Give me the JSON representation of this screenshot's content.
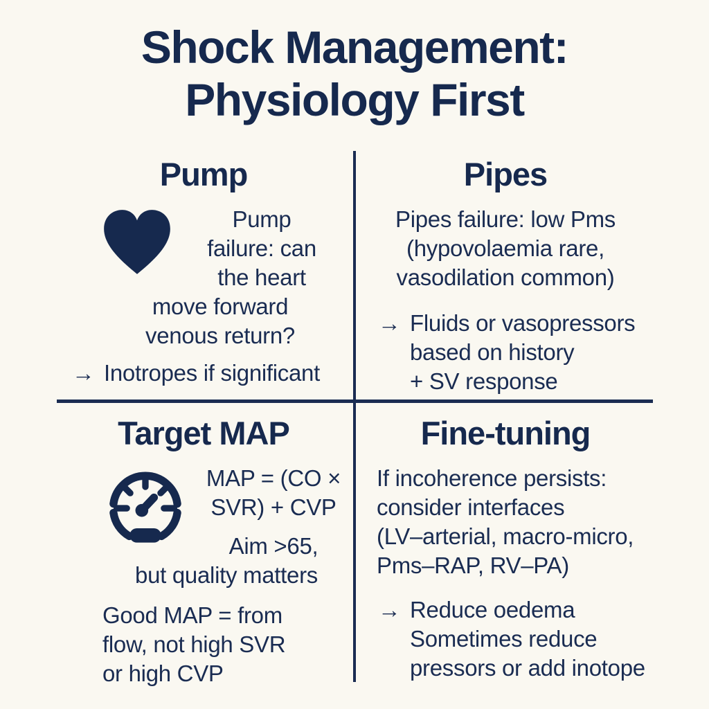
{
  "title": {
    "line1": "Shock Management:",
    "line2": "Physiology First"
  },
  "colors": {
    "navy": "#1a2c52",
    "heading_navy": "#16294e",
    "background": "#faf8f1"
  },
  "quadrants": {
    "pump": {
      "heading": "Pump",
      "icon": "heart-icon",
      "body_lines": [
        "Pump",
        "failure: can",
        "the heart",
        "move forward",
        "venous return?"
      ],
      "arrow": "→",
      "action_lines": [
        "Inotropes if significant"
      ]
    },
    "pipes": {
      "heading": "Pipes",
      "body_lines": [
        "Pipes failure: low Pms",
        "(hypovolaemia rare,",
        "vasodilation common)"
      ],
      "arrow": "→",
      "action_lines": [
        "Fluids or vasopressors",
        "based on history",
        "+ SV response"
      ]
    },
    "target_map": {
      "heading": "Target MAP",
      "icon": "gauge-icon",
      "formula_lines": [
        "MAP = (CO ×",
        "SVR) + CVP"
      ],
      "aim_lines": [
        "Aim >65,",
        "but quality matters"
      ],
      "note_lines": [
        "Good MAP = from",
        "flow, not high SVR",
        "or high CVP"
      ]
    },
    "fine_tuning": {
      "heading": "Fine-tuning",
      "body_lines": [
        "If incoherence persists:",
        "consider interfaces",
        "(LV–arterial, macro-micro,",
        "Pms–RAP, RV–PA)"
      ],
      "arrow": "→",
      "action_lines": [
        "Reduce oedema",
        "Sometimes reduce",
        "pressors or add inotope"
      ]
    }
  }
}
